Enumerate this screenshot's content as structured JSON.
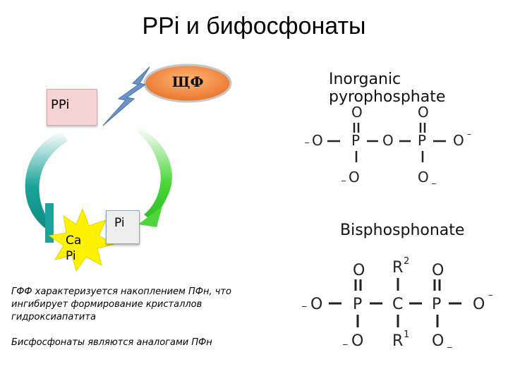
{
  "title": "PPi и бифосфонаты",
  "diagram": {
    "ppi_label": "PPi",
    "alp_label": "ЩФ",
    "pi_label": "Pi",
    "ca_pi_label": [
      "Ca",
      "Pi"
    ]
  },
  "description": {
    "line1": "ГФФ характеризуется накоплением ПФн, что ингибирует формирование кристаллов гидроксиапатита",
    "line2": "Бисфосфонаты являются аналогами ПФн"
  },
  "structures": {
    "pyrophosphate": {
      "name": "Inorganic pyrophosphate",
      "o_upper": "O",
      "p": "P",
      "o_bridge": "O",
      "o_left": "O",
      "o_right": "O",
      "o_lower": "O",
      "minus": "_",
      "minus_right": "–"
    },
    "bisphosphonate": {
      "name": "Bisphosphonate",
      "o": "O",
      "p": "P",
      "c": "C",
      "r": "R",
      "r2_sup": "2",
      "r1_sup": "1",
      "minus": "_",
      "minus_right": "–"
    }
  },
  "colors": {
    "ppi_box": "#f6d4d4",
    "alp_ellipse": "#f0883a",
    "lightning": "#6a93c9",
    "teal_arrow": "#1aa39a",
    "green_arrow": "#4cd63a",
    "star": "#fff200"
  }
}
